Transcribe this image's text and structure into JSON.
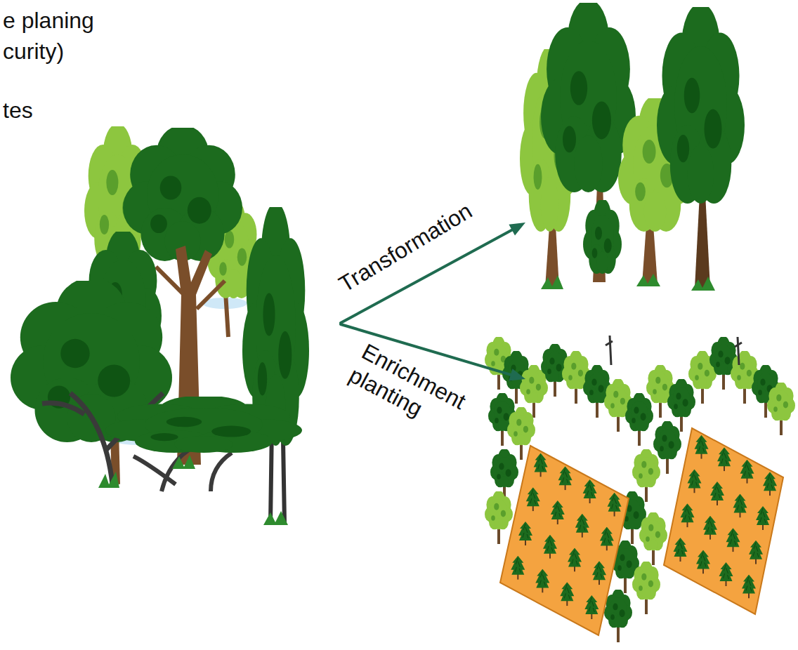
{
  "diagram": {
    "labels": [
      "e planing",
      "curity)",
      "tes",
      "Transformation",
      "Enrichment planting"
    ]
  }
}
